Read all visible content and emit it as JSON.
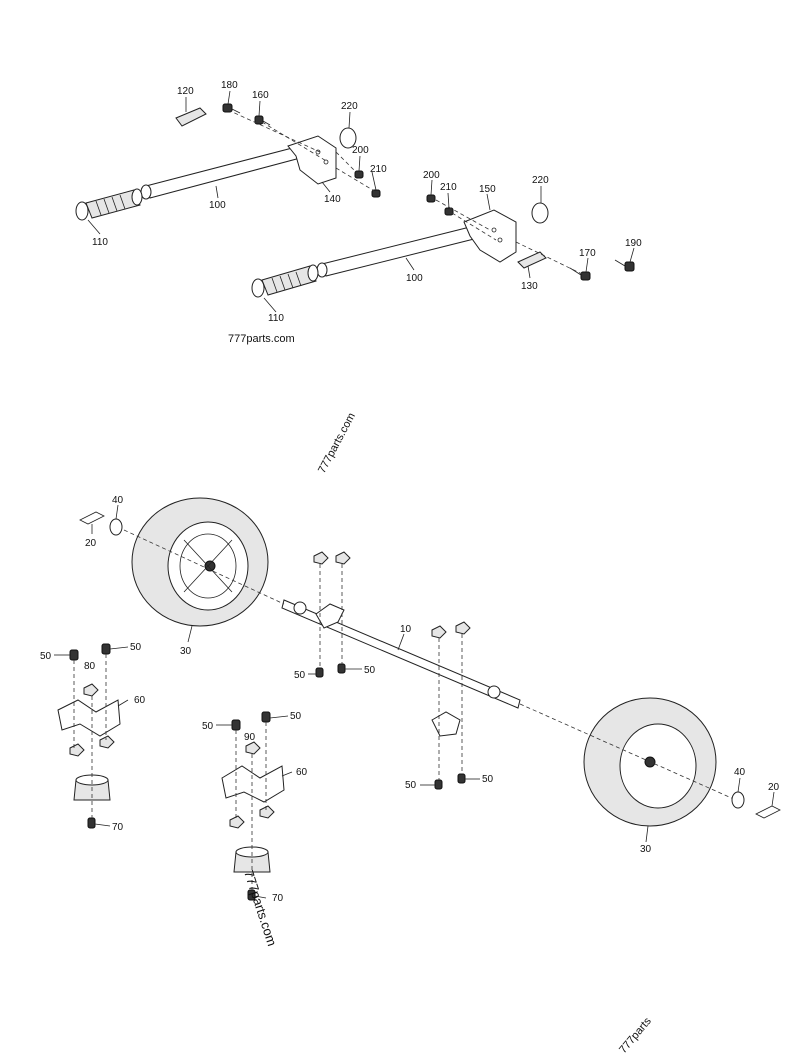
{
  "labels": {
    "l120": "120",
    "l180": "180",
    "l160": "160",
    "l220a": "220",
    "l200a": "200",
    "l210a": "210",
    "l140": "140",
    "l100a": "100",
    "l110a": "110",
    "l200b": "200",
    "l210b": "210",
    "l150": "150",
    "l220b": "220",
    "l100b": "100",
    "l130": "130",
    "l170": "170",
    "l190": "190",
    "l110b": "110",
    "l40a": "40",
    "l20a": "20",
    "l30a": "30",
    "l10": "10",
    "l50a": "50",
    "l50b": "50",
    "l50c": "50",
    "l50d": "50",
    "l50e": "50",
    "l50f": "50",
    "l50g": "50",
    "l50h": "50",
    "l80": "80",
    "l60a": "60",
    "l70a": "70",
    "l90": "90",
    "l60b": "60",
    "l70b": "70",
    "l40b": "40",
    "l20b": "20",
    "l30b": "30"
  },
  "watermarks": {
    "w1": "777parts.com",
    "w2": "777parts.com",
    "w3": "777parts.com",
    "w4": "777parts"
  }
}
